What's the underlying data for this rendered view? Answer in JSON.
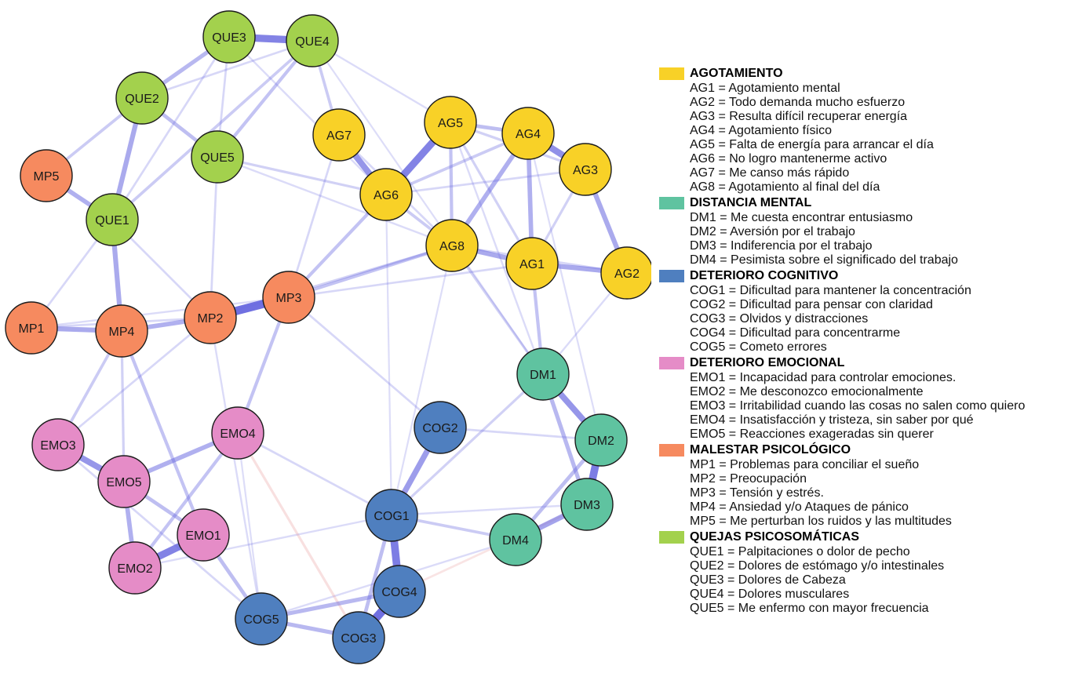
{
  "colors": {
    "AG": "#f8d127",
    "DM": "#5fc3a0",
    "COG": "#4f7fbf",
    "EMO": "#e58cc7",
    "MP": "#f68a5f",
    "QUE": "#a3d14d",
    "edge_positive": "#6a6ae0",
    "edge_negative": "#e89a9a"
  },
  "nodes": [
    {
      "id": "QUE3",
      "group": "QUE"
    },
    {
      "id": "QUE4",
      "group": "QUE"
    },
    {
      "id": "QUE2",
      "group": "QUE"
    },
    {
      "id": "QUE5",
      "group": "QUE"
    },
    {
      "id": "QUE1",
      "group": "QUE"
    },
    {
      "id": "MP5",
      "group": "MP"
    },
    {
      "id": "MP1",
      "group": "MP"
    },
    {
      "id": "MP4",
      "group": "MP"
    },
    {
      "id": "MP2",
      "group": "MP"
    },
    {
      "id": "MP3",
      "group": "MP"
    },
    {
      "id": "AG7",
      "group": "AG"
    },
    {
      "id": "AG6",
      "group": "AG"
    },
    {
      "id": "AG5",
      "group": "AG"
    },
    {
      "id": "AG4",
      "group": "AG"
    },
    {
      "id": "AG3",
      "group": "AG"
    },
    {
      "id": "AG8",
      "group": "AG"
    },
    {
      "id": "AG1",
      "group": "AG"
    },
    {
      "id": "AG2",
      "group": "AG"
    },
    {
      "id": "DM1",
      "group": "DM"
    },
    {
      "id": "DM2",
      "group": "DM"
    },
    {
      "id": "DM3",
      "group": "DM"
    },
    {
      "id": "DM4",
      "group": "DM"
    },
    {
      "id": "COG2",
      "group": "COG"
    },
    {
      "id": "COG1",
      "group": "COG"
    },
    {
      "id": "COG4",
      "group": "COG"
    },
    {
      "id": "COG3",
      "group": "COG"
    },
    {
      "id": "COG5",
      "group": "COG"
    },
    {
      "id": "EMO3",
      "group": "EMO"
    },
    {
      "id": "EMO4",
      "group": "EMO"
    },
    {
      "id": "EMO5",
      "group": "EMO"
    },
    {
      "id": "EMO1",
      "group": "EMO"
    },
    {
      "id": "EMO2",
      "group": "EMO"
    }
  ],
  "edges": [
    {
      "a": "MP2",
      "b": "MP3",
      "w": 0.95
    },
    {
      "a": "COG3",
      "b": "COG4",
      "w": 0.95
    },
    {
      "a": "QUE3",
      "b": "QUE4",
      "w": 0.8
    },
    {
      "a": "AG6",
      "b": "AG5",
      "w": 0.8
    },
    {
      "a": "EMO1",
      "b": "EMO2",
      "w": 0.8
    },
    {
      "a": "COG1",
      "b": "COG4",
      "w": 0.85
    },
    {
      "a": "DM2",
      "b": "DM3",
      "w": 0.85
    },
    {
      "a": "AG7",
      "b": "AG6",
      "w": 0.65
    },
    {
      "a": "AG4",
      "b": "AG3",
      "w": 0.7
    },
    {
      "a": "DM1",
      "b": "DM2",
      "w": 0.65
    },
    {
      "a": "EMO3",
      "b": "EMO5",
      "w": 0.65
    },
    {
      "a": "COG2",
      "b": "COG1",
      "w": 0.6
    },
    {
      "a": "DM4",
      "b": "DM3",
      "w": 0.55
    },
    {
      "a": "QUE2",
      "b": "QUE1",
      "w": 0.5
    },
    {
      "a": "QUE1",
      "b": "MP4",
      "w": 0.5
    },
    {
      "a": "MP1",
      "b": "MP4",
      "w": 0.5
    },
    {
      "a": "MP4",
      "b": "MP2",
      "w": 0.45
    },
    {
      "a": "MP5",
      "b": "QUE1",
      "w": 0.45
    },
    {
      "a": "AG8",
      "b": "AG1",
      "w": 0.5
    },
    {
      "a": "AG1",
      "b": "AG2",
      "w": 0.5
    },
    {
      "a": "AG3",
      "b": "AG2",
      "w": 0.5
    },
    {
      "a": "AG8",
      "b": "AG4",
      "w": 0.45
    },
    {
      "a": "AG4",
      "b": "AG1",
      "w": 0.45
    },
    {
      "a": "EMO5",
      "b": "EMO4",
      "w": 0.45
    },
    {
      "a": "EMO5",
      "b": "EMO2",
      "w": 0.45
    },
    {
      "a": "EMO5",
      "b": "EMO1",
      "w": 0.35
    },
    {
      "a": "DM1",
      "b": "DM3",
      "w": 0.4
    },
    {
      "a": "DM2",
      "b": "DM4",
      "w": 0.35
    },
    {
      "a": "COG4",
      "b": "COG5",
      "w": 0.4
    },
    {
      "a": "COG5",
      "b": "COG3",
      "w": 0.4
    },
    {
      "a": "EMO1",
      "b": "COG5",
      "w": 0.35
    },
    {
      "a": "COG1",
      "b": "COG3",
      "w": 0.35
    },
    {
      "a": "QUE3",
      "b": "QUE2",
      "w": 0.4
    },
    {
      "a": "QUE2",
      "b": "QUE5",
      "w": 0.35
    },
    {
      "a": "QUE4",
      "b": "QUE5",
      "w": 0.3
    },
    {
      "a": "QUE4",
      "b": "AG7",
      "w": 0.25
    },
    {
      "a": "MP3",
      "b": "AG6",
      "w": 0.3
    },
    {
      "a": "MP3",
      "b": "AG8",
      "w": 0.3
    },
    {
      "a": "AG5",
      "b": "AG4",
      "w": 0.35
    },
    {
      "a": "AG6",
      "b": "AG4",
      "w": 0.25
    },
    {
      "a": "AG5",
      "b": "AG8",
      "w": 0.3
    },
    {
      "a": "AG6",
      "b": "AG8",
      "w": 0.25
    },
    {
      "a": "AG1",
      "b": "DM1",
      "w": 0.3
    },
    {
      "a": "EMO4",
      "b": "MP3",
      "w": 0.3
    },
    {
      "a": "EMO4",
      "b": "EMO2",
      "w": 0.3
    },
    {
      "a": "EMO3",
      "b": "MP4",
      "w": 0.25
    },
    {
      "a": "MP4",
      "b": "EMO1",
      "w": 0.3
    },
    {
      "a": "MP4",
      "b": "EMO5",
      "w": 0.2
    },
    {
      "a": "QUE1",
      "b": "QUE4",
      "w": 0.25
    },
    {
      "a": "QUE2",
      "b": "MP5",
      "w": 0.25
    },
    {
      "a": "MP3",
      "b": "COG2",
      "w": 0.15
    },
    {
      "a": "DM1",
      "b": "COG1",
      "w": 0.2
    },
    {
      "a": "COG1",
      "b": "DM4",
      "w": 0.25
    },
    {
      "a": "QUE5",
      "b": "AG6",
      "w": 0.2
    },
    {
      "a": "MP2",
      "b": "AG8",
      "w": 0.2
    },
    {
      "a": "AG8",
      "b": "DM1",
      "w": 0.2
    },
    {
      "a": "AG7",
      "b": "MP3",
      "w": 0.15
    },
    {
      "a": "AG5",
      "b": "AG3",
      "w": 0.2
    },
    {
      "a": "AG7",
      "b": "AG8",
      "w": 0.15
    },
    {
      "a": "AG5",
      "b": "AG1",
      "w": 0.2
    },
    {
      "a": "AG3",
      "b": "AG1",
      "w": 0.2
    },
    {
      "a": "AG8",
      "b": "AG2",
      "w": 0.15
    },
    {
      "a": "AG6",
      "b": "AG3",
      "w": 0.15
    },
    {
      "a": "QUE3",
      "b": "QUE5",
      "w": 0.15
    },
    {
      "a": "QUE3",
      "b": "QUE1",
      "w": 0.15
    },
    {
      "a": "QUE2",
      "b": "QUE4",
      "w": 0.15
    },
    {
      "a": "QUE5",
      "b": "MP2",
      "w": 0.15
    },
    {
      "a": "QUE1",
      "b": "MP2",
      "w": 0.15
    },
    {
      "a": "MP1",
      "b": "QUE1",
      "w": 0.15
    },
    {
      "a": "MP1",
      "b": "MP2",
      "w": 0.15
    },
    {
      "a": "MP1",
      "b": "MP3",
      "w": 0.12
    },
    {
      "a": "MP3",
      "b": "AG1",
      "w": 0.15
    },
    {
      "a": "MP2",
      "b": "EMO3",
      "w": 0.15
    },
    {
      "a": "EMO3",
      "b": "COG5",
      "w": 0.15
    },
    {
      "a": "EMO2",
      "b": "COG1",
      "w": 0.12
    },
    {
      "a": "EMO4",
      "b": "COG1",
      "w": 0.15
    },
    {
      "a": "COG2",
      "b": "DM2",
      "w": 0.15
    },
    {
      "a": "COG5",
      "b": "DM4",
      "w": 0.12
    },
    {
      "a": "COG1",
      "b": "DM3",
      "w": 0.12
    },
    {
      "a": "AG2",
      "b": "DM1",
      "w": 0.12
    },
    {
      "a": "AG5",
      "b": "DM1",
      "w": 0.12
    },
    {
      "a": "QUE4",
      "b": "AG5",
      "w": 0.12
    },
    {
      "a": "QUE3",
      "b": "AG6",
      "w": 0.12
    },
    {
      "a": "QUE4",
      "b": "DM1",
      "w": 0.1
    },
    {
      "a": "QUE5",
      "b": "AG8",
      "w": 0.12
    },
    {
      "a": "MP2",
      "b": "COG5",
      "w": 0.12
    },
    {
      "a": "EMO4",
      "b": "COG5",
      "w": 0.1
    },
    {
      "a": "COG1",
      "b": "AG6",
      "w": 0.1
    },
    {
      "a": "COG1",
      "b": "AG8",
      "w": 0.1
    },
    {
      "a": "AG4",
      "b": "DM2",
      "w": 0.1
    },
    {
      "a": "EMO4",
      "b": "COG3",
      "w": -0.2
    },
    {
      "a": "COG4",
      "b": "DM3",
      "w": -0.15
    }
  ],
  "legend": [
    {
      "key": "AG",
      "title": "AGOTAMIENTO",
      "items": [
        "AG1 = Agotamiento mental",
        "AG2 = Todo demanda mucho esfuerzo",
        "AG3 = Resulta difícil recuperar energía",
        "AG4 = Agotamiento físico",
        "AG5 = Falta de energía para arrancar el día",
        "AG6 = No logro mantenerme activo",
        "AG7 = Me canso más rápido",
        "AG8 = Agotamiento al final del día"
      ]
    },
    {
      "key": "DM",
      "title": "DISTANCIA MENTAL",
      "items": [
        "DM1 = Me cuesta encontrar entusiasmo",
        "DM2 = Aversión por el trabajo",
        "DM3 = Indiferencia por el trabajo",
        "DM4 = Pesimista sobre el significado del trabajo"
      ]
    },
    {
      "key": "COG",
      "title": "DETERIORO COGNITIVO",
      "items": [
        "COG1 = Dificultad para mantener la concentración",
        "COG2 = Dificultad para pensar con claridad",
        "COG3 = Olvidos y distracciones",
        "COG4 = Dificultad para concentrarme",
        "COG5 = Cometo errores"
      ]
    },
    {
      "key": "EMO",
      "title": "DETERIORO EMOCIONAL",
      "items": [
        "EMO1 = Incapacidad para controlar emociones.",
        "EMO2 = Me desconozco emocionalmente",
        "EMO3 = Irritabilidad cuando las cosas no salen como quiero",
        "EMO4 = Insatisfacción y tristeza, sin saber por qué",
        "EMO5 = Reacciones exageradas sin querer"
      ]
    },
    {
      "key": "MP",
      "title": "MALESTAR PSICOLÓGICO",
      "items": [
        "MP1 = Problemas para conciliar el sueño",
        "MP2 = Preocupación",
        "MP3 = Tensión y estrés.",
        "MP4 = Ansiedad y/o Ataques de pánico",
        "MP5 = Me perturban los ruidos y las multitudes"
      ]
    },
    {
      "key": "QUE",
      "title": "QUEJAS PSICOSOMÁTICAS",
      "items": [
        "QUE1 = Palpitaciones o dolor de pecho",
        "QUE2 = Dolores de estómago y/o intestinales",
        "QUE3 = Dolores de Cabeza",
        "QUE4 = Dolores musculares",
        "QUE5 = Me enfermo con mayor frecuencia"
      ]
    }
  ]
}
